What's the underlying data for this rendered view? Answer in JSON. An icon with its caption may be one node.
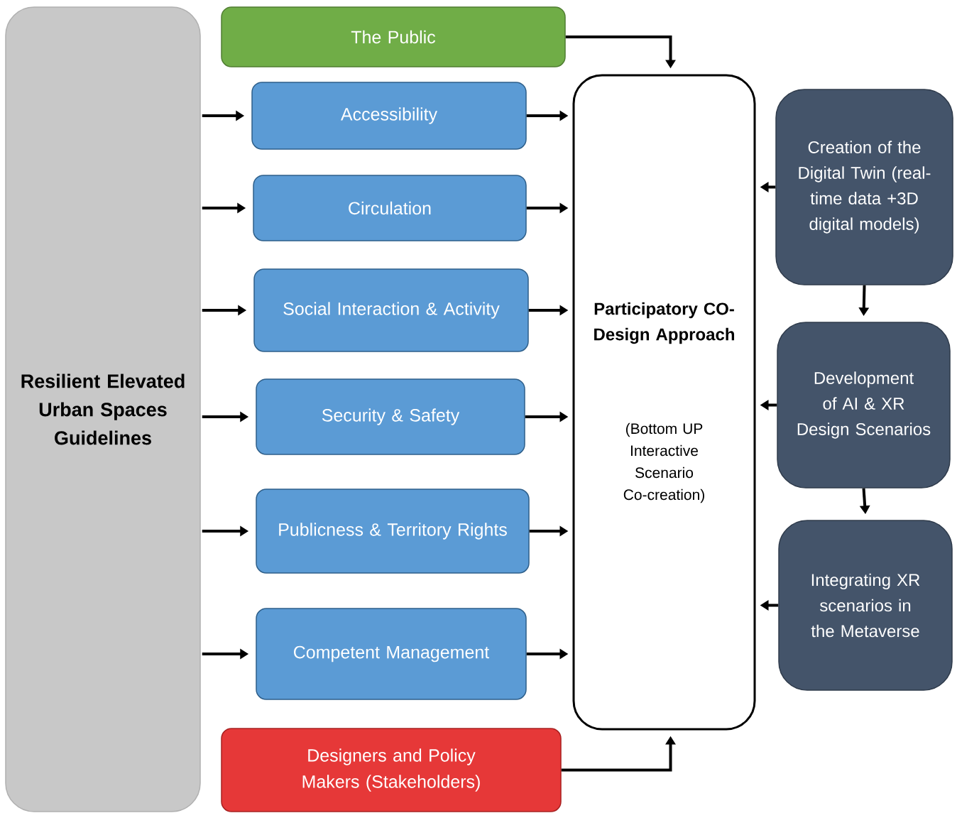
{
  "diagram": {
    "nodes": [
      {
        "text": [
          "Resilient Elevated Urban Spaces Guidelines"
        ]
      },
      {
        "text": [
          "The Public"
        ]
      },
      {
        "text": [
          "Accessibility"
        ]
      },
      {
        "text": [
          "Circulation"
        ]
      },
      {
        "text": [
          "Social Interaction & Activity"
        ]
      },
      {
        "text": [
          "Security & Safety"
        ]
      },
      {
        "text": [
          "Publicness & Territory Rights"
        ]
      },
      {
        "text": [
          "Competent Management"
        ]
      },
      {
        "text": [
          "Designers and Policy Makers (Stakeholders)"
        ]
      },
      {
        "text": [
          "Participatory CO-Design Approach",
          "(Bottom UP Interactive Scenario Co-creation)"
        ]
      },
      {
        "text": [
          "Creation of the Digital Twin (real-time data +3D digital models)"
        ]
      },
      {
        "text": [
          "Development of AI & XR Design Scenarios"
        ]
      },
      {
        "text": [
          "Integrating XR scenarios in the Metaverse"
        ]
      }
    ],
    "edges": [
      {
        "from": 0,
        "to": 2,
        "arrow": "to"
      },
      {
        "from": 0,
        "to": 3,
        "arrow": "to"
      },
      {
        "from": 0,
        "to": 4,
        "arrow": "to"
      },
      {
        "from": 0,
        "to": 5,
        "arrow": "to"
      },
      {
        "from": 0,
        "to": 6,
        "arrow": "to"
      },
      {
        "from": 0,
        "to": 7,
        "arrow": "to"
      },
      {
        "from": 1,
        "to": 9,
        "arrow": "to"
      },
      {
        "from": 2,
        "to": 9,
        "arrow": "to"
      },
      {
        "from": 3,
        "to": 9,
        "arrow": "to"
      },
      {
        "from": 4,
        "to": 9,
        "arrow": "to"
      },
      {
        "from": 5,
        "to": 9,
        "arrow": "to"
      },
      {
        "from": 6,
        "to": 9,
        "arrow": "to"
      },
      {
        "from": 7,
        "to": 9,
        "arrow": "to"
      },
      {
        "from": 8,
        "to": 9,
        "arrow": "to"
      },
      {
        "from": 10,
        "to": 9,
        "arrow": "to"
      },
      {
        "from": 11,
        "to": 9,
        "arrow": "to"
      },
      {
        "from": 12,
        "to": 9,
        "arrow": "to"
      },
      {
        "from": 10,
        "to": 11,
        "arrow": "to"
      },
      {
        "from": 11,
        "to": 12,
        "arrow": "to"
      }
    ]
  }
}
